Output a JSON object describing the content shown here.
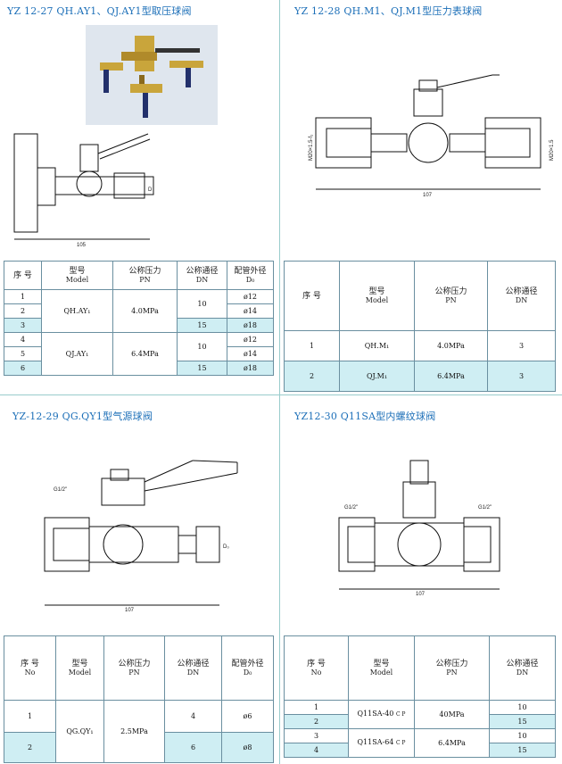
{
  "panels": {
    "p1": {
      "title": "YZ 12-27 QH.AY1、QJ.AY1型取压球阀",
      "dim_width": "105",
      "dim_d": "D",
      "headers": [
        {
          "cn": "序 号",
          "en": ""
        },
        {
          "cn": "型号",
          "en": "Model"
        },
        {
          "cn": "公称压力",
          "en": "PN"
        },
        {
          "cn": "公称通径",
          "en": "DN"
        },
        {
          "cn": "配管外径",
          "en": "D₀"
        }
      ],
      "rows": [
        {
          "no": "1",
          "d0": "ø12"
        },
        {
          "no": "2",
          "d0": "ø14"
        },
        {
          "no": "3",
          "d0": "ø18"
        },
        {
          "no": "4",
          "d0": "ø12"
        },
        {
          "no": "5",
          "d0": "ø14"
        },
        {
          "no": "6",
          "d0": "ø18"
        }
      ],
      "groups": [
        {
          "model": "QH.AY₁",
          "pn": "4.0MPa",
          "dn_a": "10",
          "dn_b": "15"
        },
        {
          "model": "QJ.AY₁",
          "pn": "6.4MPa",
          "dn_a": "10",
          "dn_b": "15"
        }
      ]
    },
    "p2": {
      "title": "YZ 12-28 QH.M1、QJ.M1型压力表球阀",
      "dim_width": "107",
      "dim_left": "M20×1.5-f₁",
      "dim_right": "M20×1.5",
      "headers": [
        {
          "cn": "序 号",
          "en": ""
        },
        {
          "cn": "型号",
          "en": "Model"
        },
        {
          "cn": "公称压力",
          "en": "PN"
        },
        {
          "cn": "公称通径",
          "en": "DN"
        }
      ],
      "rows": [
        {
          "no": "1",
          "model": "QH.M₁",
          "pn": "4.0MPa",
          "dn": "3"
        },
        {
          "no": "2",
          "model": "QJ.M₁",
          "pn": "6.4MPa",
          "dn": "3"
        }
      ]
    },
    "p3": {
      "title": "YZ-12-29 QG.QY1型气源球阀",
      "dim_width": "107",
      "dim_g": "G1/2\"",
      "dim_d": "D₀",
      "headers": [
        {
          "cn": "序 号",
          "en": "No"
        },
        {
          "cn": "型号",
          "en": "Model"
        },
        {
          "cn": "公称压力",
          "en": "PN"
        },
        {
          "cn": "公称通径",
          "en": "DN"
        },
        {
          "cn": "配管外径",
          "en": "D₀"
        }
      ],
      "rows": [
        {
          "no": "1",
          "dn": "4",
          "d0": "ø6"
        },
        {
          "no": "2",
          "dn": "6",
          "d0": "ø8"
        }
      ],
      "model": "QG.QY₁",
      "pn": "2.5MPa"
    },
    "p4": {
      "title": "YZ12-30 Q11SA型内螺纹球阀",
      "dim_width": "107",
      "dim_g_left": "G1/2\"",
      "dim_g_right": "G1/2\"",
      "headers": [
        {
          "cn": "序 号",
          "en": "No"
        },
        {
          "cn": "型号",
          "en": "Model"
        },
        {
          "cn": "公称压力",
          "en": "PN"
        },
        {
          "cn": "公称通径",
          "en": "DN"
        }
      ],
      "rows": [
        {
          "no": "1",
          "dn": "10"
        },
        {
          "no": "2",
          "dn": "15"
        },
        {
          "no": "3",
          "dn": "10"
        },
        {
          "no": "4",
          "dn": "15"
        }
      ],
      "groups": [
        {
          "model": "Q11SA-40",
          "sub": "C P",
          "pn": "40MPa"
        },
        {
          "model": "Q11SA-64",
          "sub": "C P",
          "pn": "6.4MPa"
        }
      ]
    }
  },
  "colors": {
    "title": "#1c6fb8",
    "shade": "#cfeef3",
    "border": "#6a8fa0"
  }
}
